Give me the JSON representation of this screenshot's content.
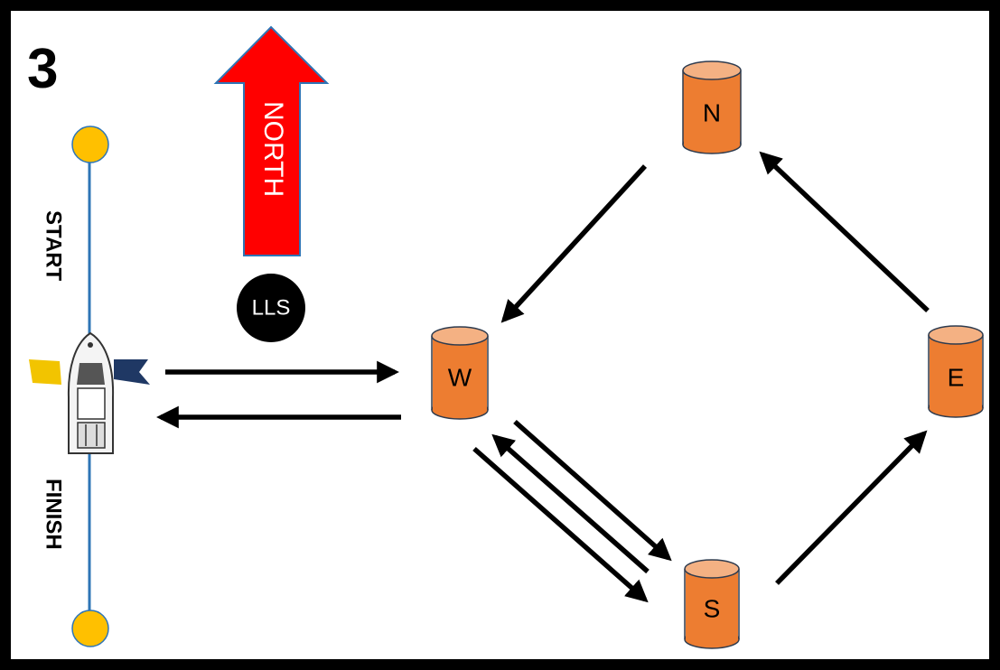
{
  "course_number": "3",
  "north_label": "NORTH",
  "lls_label": "LLS",
  "start_label": "START",
  "finish_label": "FINISH",
  "marks": {
    "n": "N",
    "w": "W",
    "e": "E",
    "s": "S"
  },
  "colors": {
    "frame": "#000000",
    "north_arrow": "#ff0000",
    "north_arrow_outline": "#2e75b6",
    "mark_fill": "#ed7d31",
    "mark_top": "#f4b183",
    "buoy": "#ffc000",
    "line": "#2e75b6",
    "lls_badge": "#000000",
    "flag_yellow": "#f2c400",
    "flag_blue": "#1f3864"
  },
  "icons": [
    "north-arrow-icon",
    "boat-icon",
    "buoy-icon",
    "course-arrow-icon"
  ]
}
